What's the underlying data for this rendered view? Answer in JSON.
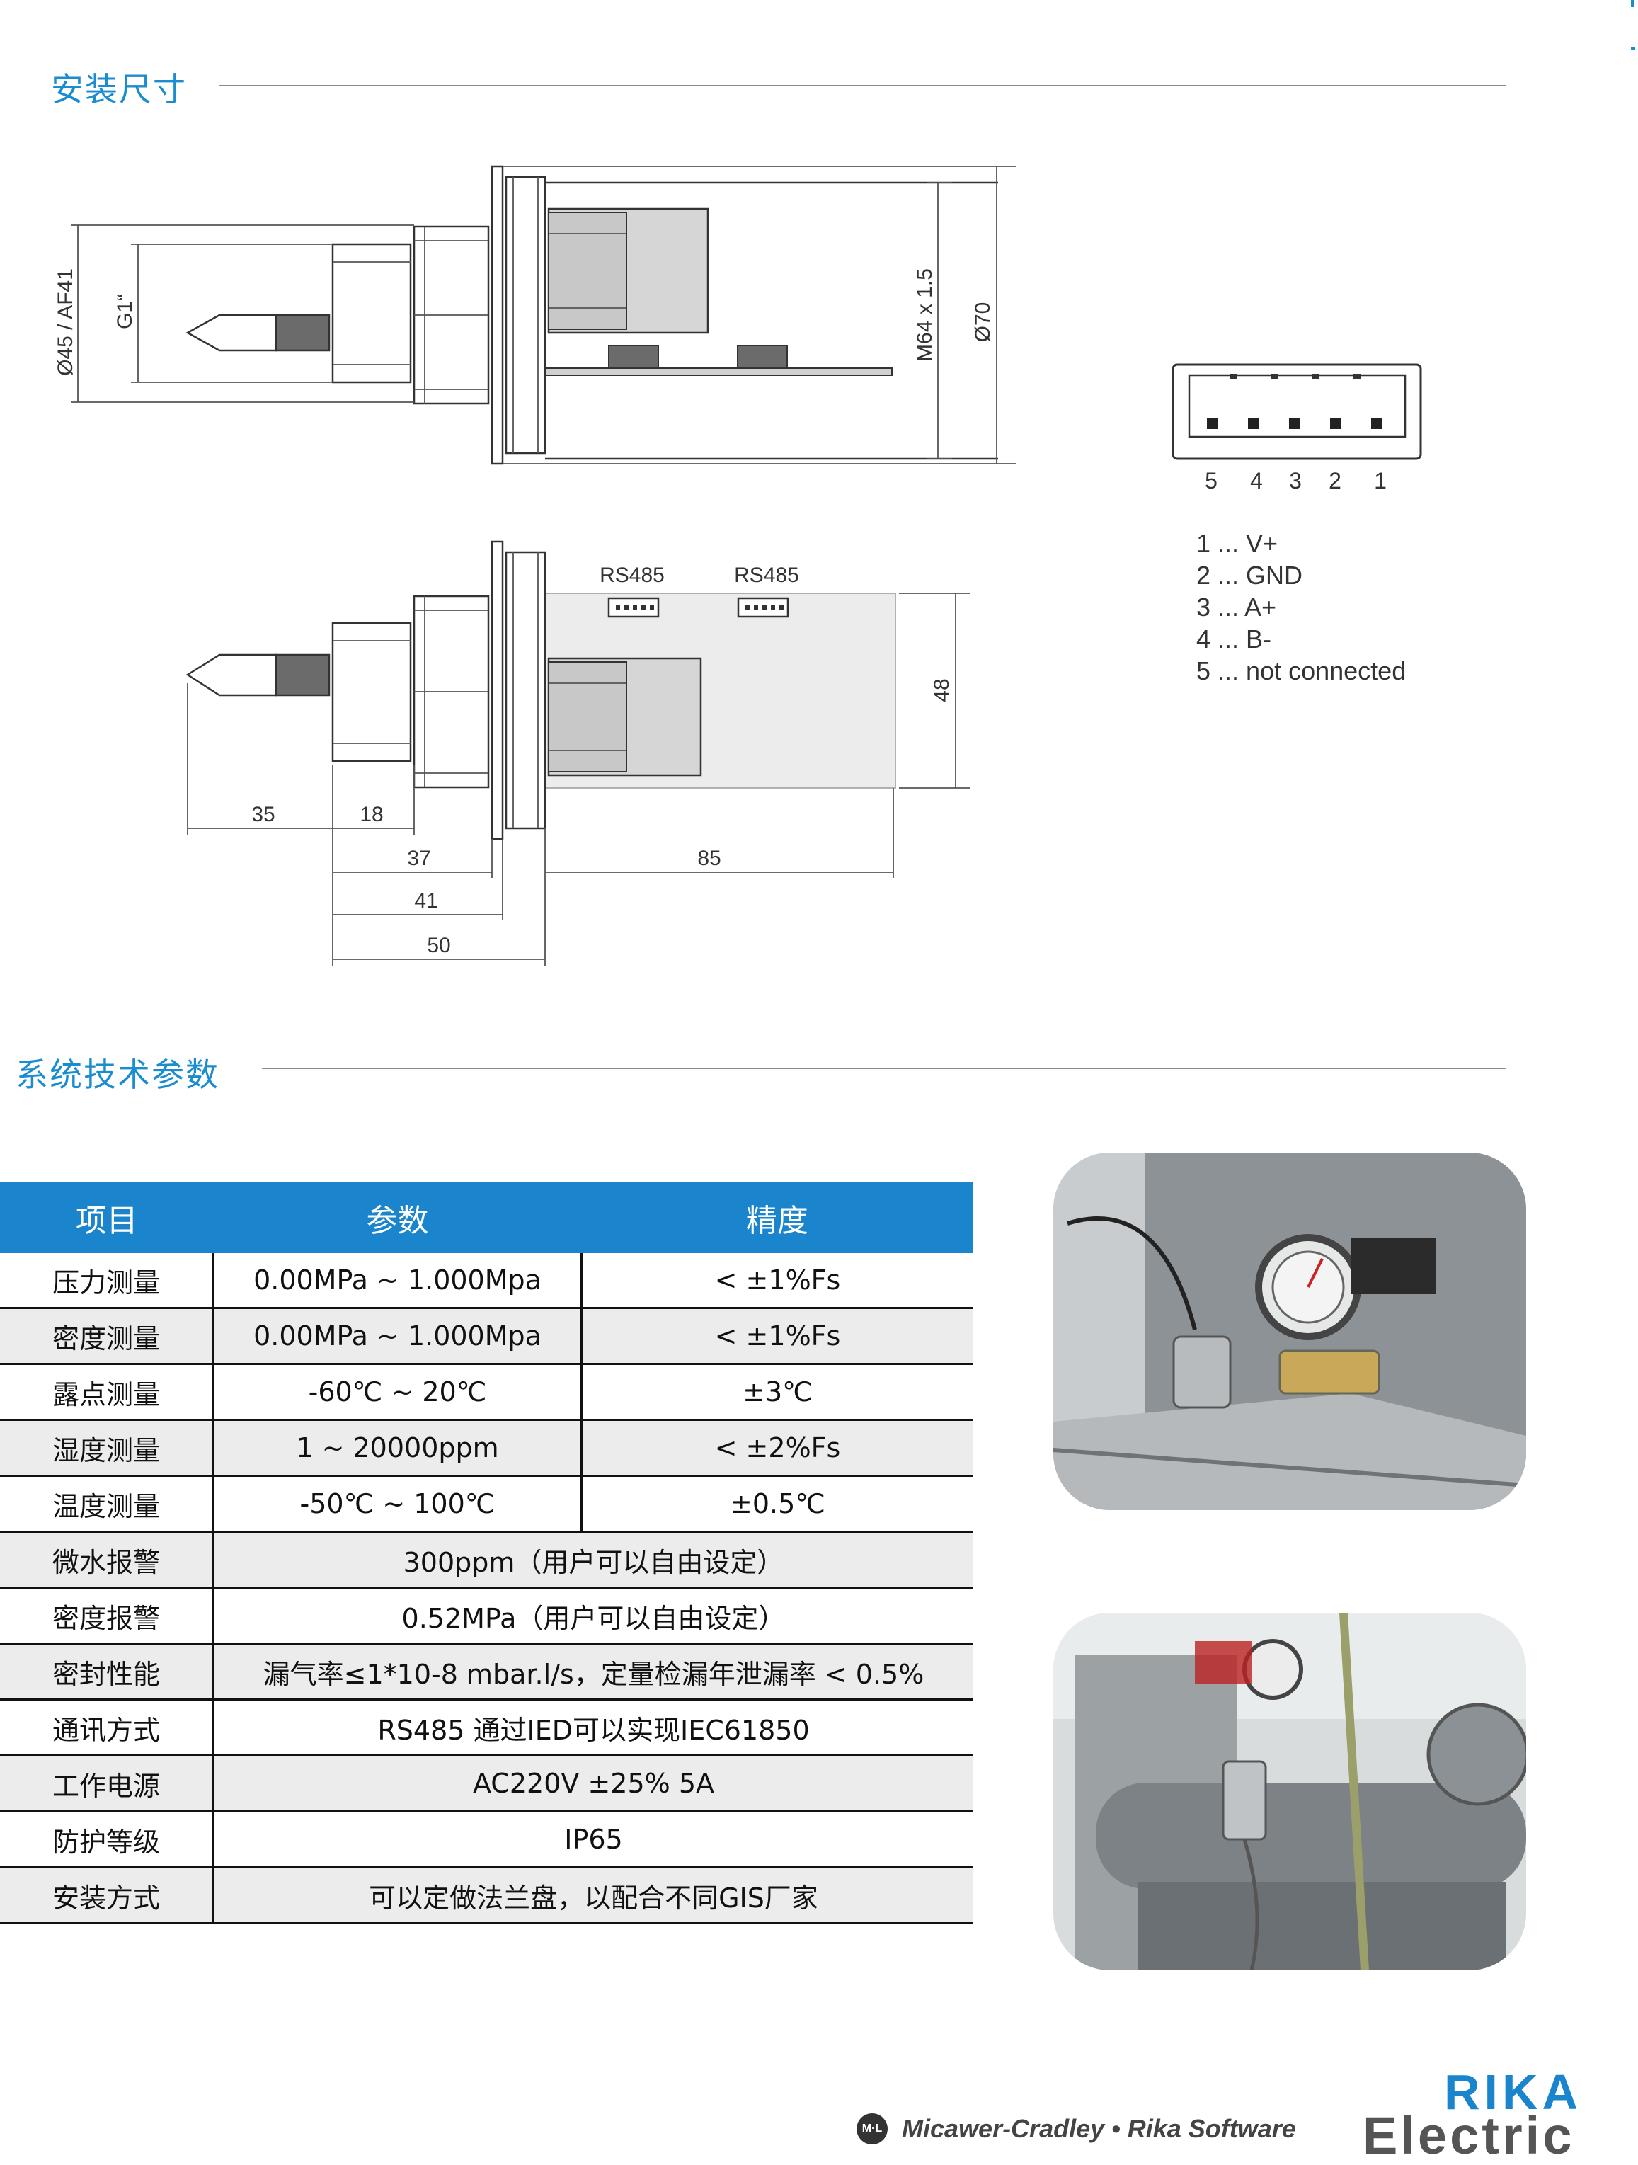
{
  "sections": {
    "install_title": "安装尺寸",
    "tech_title": "系统技术参数"
  },
  "drawing": {
    "dia_label": "Ø45 / AF41",
    "g_label": "G1“",
    "thread_label": "M64 x 1.5",
    "flange_label": "Ø70",
    "rs485_a": "RS485",
    "rs485_b": "RS485",
    "dim_48": "48",
    "dim_35": "35",
    "dim_18": "18",
    "dim_37": "37",
    "dim_85": "85",
    "dim_41": "41",
    "dim_50": "50",
    "pin_numbers": [
      "5",
      "4",
      "3",
      "2",
      "1"
    ]
  },
  "pin_legend": [
    "1 ... V+",
    "2 ... GND",
    "3 ... A+",
    "4 ... B-",
    "5 ... not connected"
  ],
  "table": {
    "headers": [
      "项目",
      "参数",
      "精度"
    ],
    "rows": [
      {
        "item": "压力测量",
        "param": "0.00MPa ~ 1.000Mpa",
        "accuracy": "< ±1%Fs"
      },
      {
        "item": "密度测量",
        "param": "0.00MPa ~ 1.000Mpa",
        "accuracy": "< ±1%Fs"
      },
      {
        "item": "露点测量",
        "param": "-60℃ ~ 20℃",
        "accuracy": "±3℃"
      },
      {
        "item": "湿度测量",
        "param": "1 ~ 20000ppm",
        "accuracy": "< ±2%Fs"
      },
      {
        "item": "温度测量",
        "param": "-50℃ ~ 100℃",
        "accuracy": "±0.5℃"
      },
      {
        "item": "微水报警",
        "param": "300ppm（用户可以自由设定）"
      },
      {
        "item": "密度报警",
        "param": "0.52MPa（用户可以自由设定）"
      },
      {
        "item": "密封性能",
        "param": "漏气率≤1*10-8 mbar.l/s，定量检漏年泄漏率 < 0.5%"
      },
      {
        "item": "通讯方式",
        "param": "RS485 通过IED可以实现IEC61850"
      },
      {
        "item": "工作电源",
        "param": "AC220V ±25%  5A"
      },
      {
        "item": "防护等级",
        "param": "IP65"
      },
      {
        "item": "安装方式",
        "param": "可以定做法兰盘，以配合不同GIS厂家"
      }
    ]
  },
  "footer": {
    "logo_text": "M·L",
    "brand_text": "Micawer-Cradley • Rika Software",
    "rika": "RIKA",
    "electric": "Electric"
  },
  "colors": {
    "accent": "#1a84cc",
    "title_blue": "#1a8ccf",
    "stripe": "#ececec"
  }
}
